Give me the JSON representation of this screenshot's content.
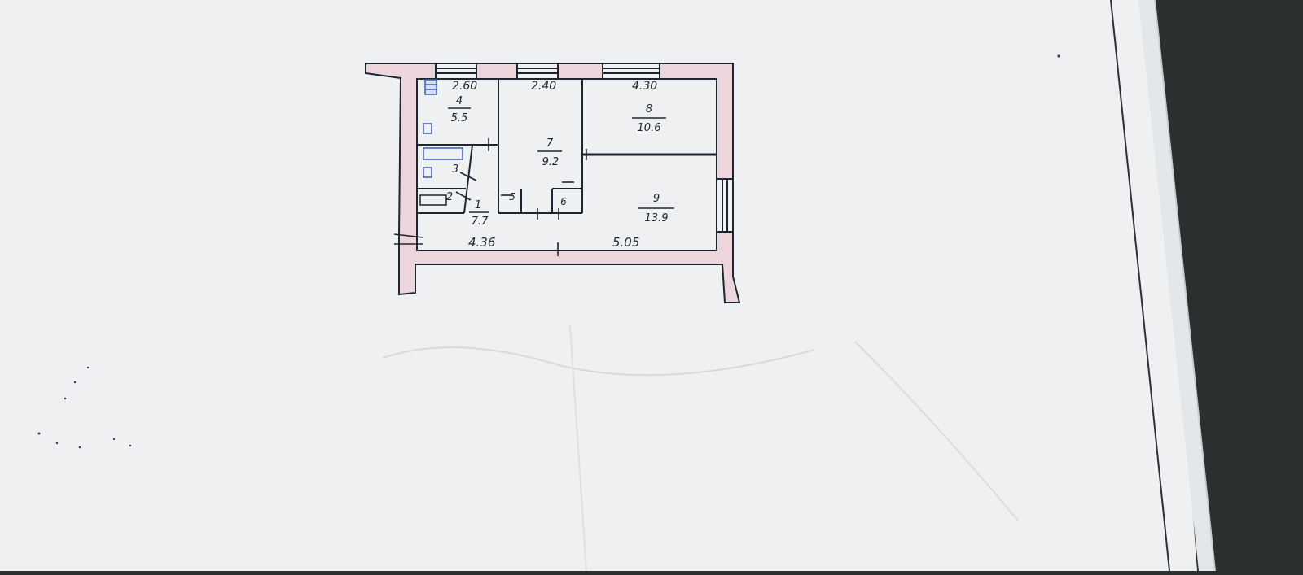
{
  "colors": {
    "paper": "#eef0f1",
    "paper_shade": "#e2e5e7",
    "carpet": "#2c2f30",
    "wall_fill": "#ecd6dc",
    "ink": "#1e2430",
    "fixture_blue": "#3c5fb0"
  },
  "plan": {
    "dimensions": {
      "top_left": "2.60",
      "top_middle": "2.40",
      "top_right": "4.30",
      "bottom_left": "4.36",
      "bottom_right": "5.05"
    },
    "rooms": [
      {
        "number": "4",
        "area": "5.5"
      },
      {
        "number": "7",
        "area": "9.2"
      },
      {
        "number": "8",
        "area": "10.6"
      },
      {
        "number": "9",
        "area": "13.9"
      },
      {
        "number": "1",
        "area": "7.7"
      }
    ],
    "small_rooms": [
      {
        "number": "3"
      },
      {
        "number": "2"
      },
      {
        "number": "5"
      },
      {
        "number": "6"
      }
    ]
  }
}
